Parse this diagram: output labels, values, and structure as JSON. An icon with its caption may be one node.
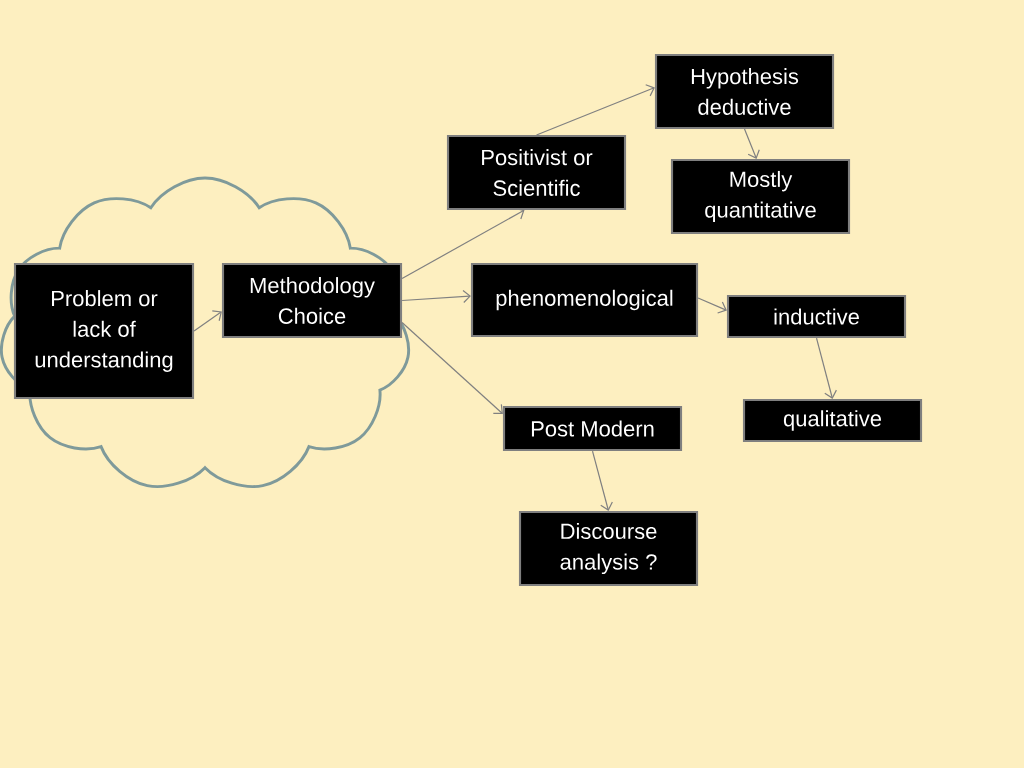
{
  "diagram": {
    "nodes": [
      {
        "text": [],
        "shape": "cloud"
      },
      {
        "text": [
          "Problem or lack of understanding"
        ],
        "in": 0
      },
      {
        "text": [
          "Methodology Choice"
        ],
        "in": 0
      },
      {
        "text": [
          "Positivist or Scientific"
        ]
      },
      {
        "text": [
          "Hypothesis deductive"
        ]
      },
      {
        "text": [
          "Mostly quantitative"
        ]
      },
      {
        "text": [
          "phenomenological"
        ]
      },
      {
        "text": [
          "inductive"
        ]
      },
      {
        "text": [
          "qualitative"
        ]
      },
      {
        "text": [
          "Post Modern"
        ]
      },
      {
        "text": [
          "Discourse analysis ?"
        ]
      }
    ],
    "edges": [
      {
        "from": 1,
        "to": 2,
        "arrow": "to"
      },
      {
        "from": 2,
        "to": 3,
        "arrow": "to"
      },
      {
        "from": 3,
        "to": 4,
        "arrow": "to"
      },
      {
        "from": 4,
        "to": 5,
        "arrow": "to"
      },
      {
        "from": 2,
        "to": 6,
        "arrow": "to"
      },
      {
        "from": 6,
        "to": 7,
        "arrow": "to"
      },
      {
        "from": 7,
        "to": 8,
        "arrow": "to"
      },
      {
        "from": 2,
        "to": 9,
        "arrow": "to"
      },
      {
        "from": 9,
        "to": 10,
        "arrow": "to"
      }
    ]
  }
}
